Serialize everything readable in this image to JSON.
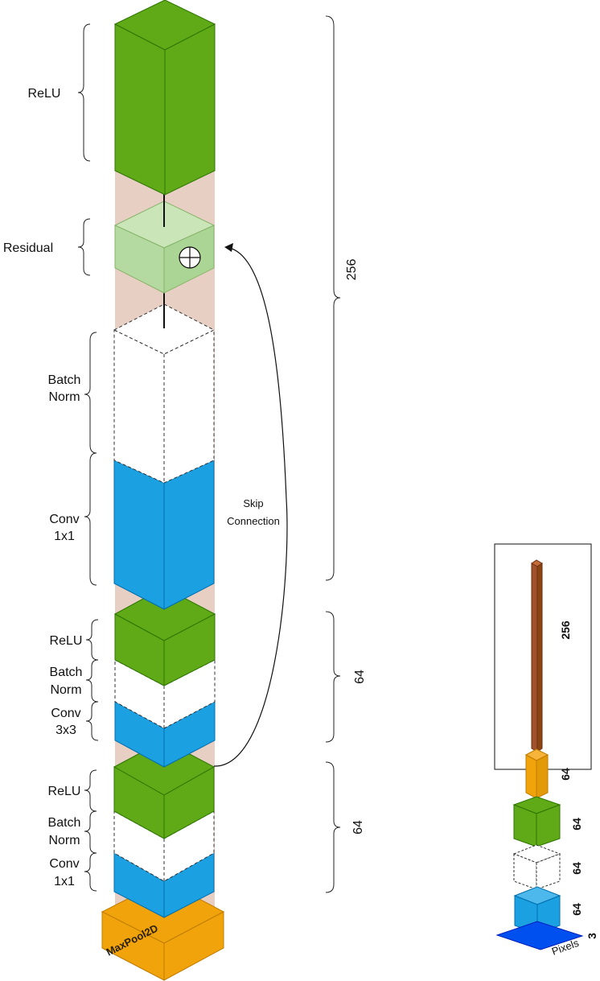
{
  "colors": {
    "relu_green": "#60a917",
    "conv_blue": "#1ba1e2",
    "batchnorm_white": "#ffffff",
    "residual_light_green": "#b3dba0",
    "maxpool_orange": "#f0a30a",
    "background_band": "#e8cfc4",
    "pixels_blue": "#0050ef",
    "bar_brown": "#a0522d"
  },
  "left_labels": {
    "relu_top": "ReLU",
    "residual": "Residual",
    "batch_norm_top": [
      "Batch",
      "Norm"
    ],
    "conv_top": [
      "Conv",
      "1x1"
    ],
    "relu_mid": "ReLU",
    "batch_norm_mid": [
      "Batch",
      "Norm"
    ],
    "conv_mid": [
      "Conv",
      "3x3"
    ],
    "relu_bottom": "ReLU",
    "batch_norm_bottom": [
      "Batch",
      "Norm"
    ],
    "conv_bottom": [
      "Conv",
      "1x1"
    ]
  },
  "maxpool_label": "MaxPool2D",
  "skip_connection": [
    "Skip",
    "Connection"
  ],
  "right_brace_labels": {
    "top": "256",
    "middle": "64",
    "bottom": "64"
  },
  "mini_stack": {
    "labels": {
      "bar": "256",
      "orange": "64",
      "green": "64",
      "white": "64",
      "blue": "64",
      "pixels_count": "3"
    },
    "pixels_label": "Pixels"
  }
}
